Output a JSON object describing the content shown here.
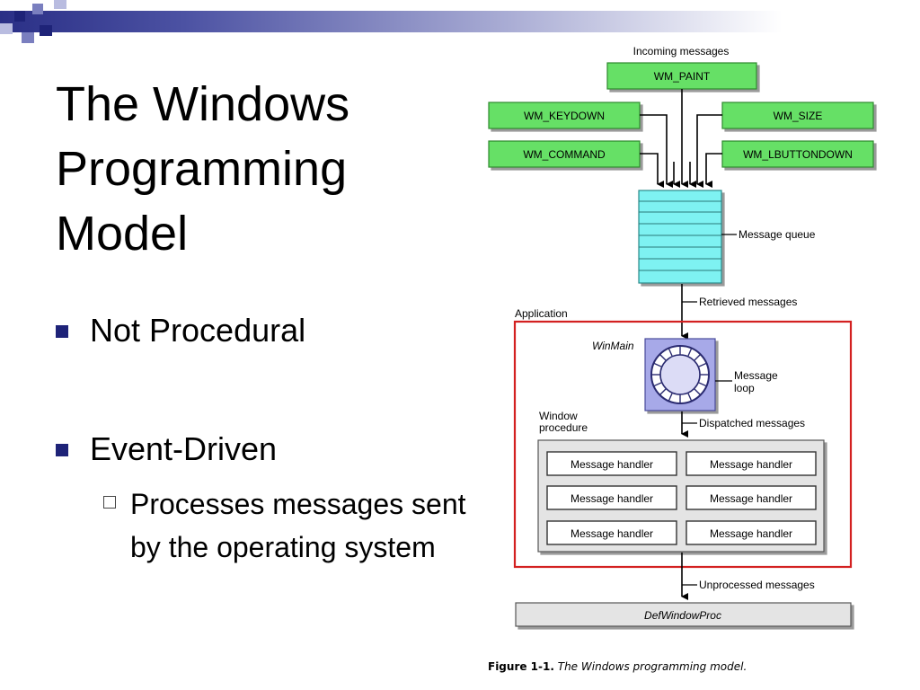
{
  "slide": {
    "title": "The Windows Programming Model",
    "bullets": [
      {
        "label": "Not Procedural"
      },
      {
        "label": "Event-Driven",
        "sub": "Processes messages sent by the operating system"
      }
    ]
  },
  "figure": {
    "incoming_label": "Incoming messages",
    "messages": {
      "paint": "WM_PAINT",
      "keydown": "WM_KEYDOWN",
      "size": "WM_SIZE",
      "command": "WM_COMMAND",
      "lbuttondown": "WM_LBUTTONDOWN"
    },
    "queue_label": "Message queue",
    "retrieved_label": "Retrieved messages",
    "application_label": "Application",
    "winmain_label": "WinMain",
    "loop_label_1": "Message",
    "loop_label_2": "loop",
    "window_proc_label_1": "Window",
    "window_proc_label_2": "procedure",
    "dispatched_label": "Dispatched messages",
    "handler_label": "Message handler",
    "unprocessed_label": "Unprocessed messages",
    "defwindowproc": "DefWindowProc",
    "caption_number": "Figure 1-1.",
    "caption_text": "The Windows programming model."
  },
  "colors": {
    "accent": "#1e2378",
    "message_box": "#66e066",
    "queue": "#7ef2f2",
    "loop": "#a7a9e8",
    "app_border": "#d32020"
  }
}
